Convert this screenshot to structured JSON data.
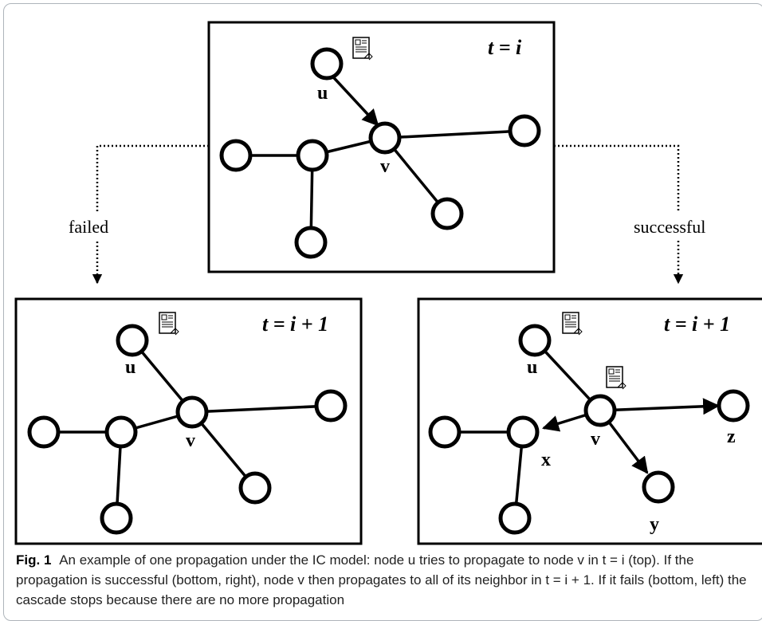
{
  "panels": {
    "top": {
      "time_label": "t = i"
    },
    "bottom_left": {
      "time_label": "t = i + 1"
    },
    "bottom_right": {
      "time_label": "t = i + 1"
    }
  },
  "branches": {
    "failed": "failed",
    "successful": "successful"
  },
  "node_labels": {
    "u": "u",
    "v": "v",
    "x": "x",
    "y": "y",
    "z": "z"
  },
  "caption": {
    "figure_number": "Fig. 1",
    "text": "An example of one propagation under the IC model: node u tries to propagate to node v in t = i (top). If the propagation is successful (bottom, right), node v then propagates to all of its neighbor in t = i + 1. If it fails (bottom, left) the cascade stops because there are no more propagation"
  },
  "icons": {
    "message": "document-icon"
  }
}
